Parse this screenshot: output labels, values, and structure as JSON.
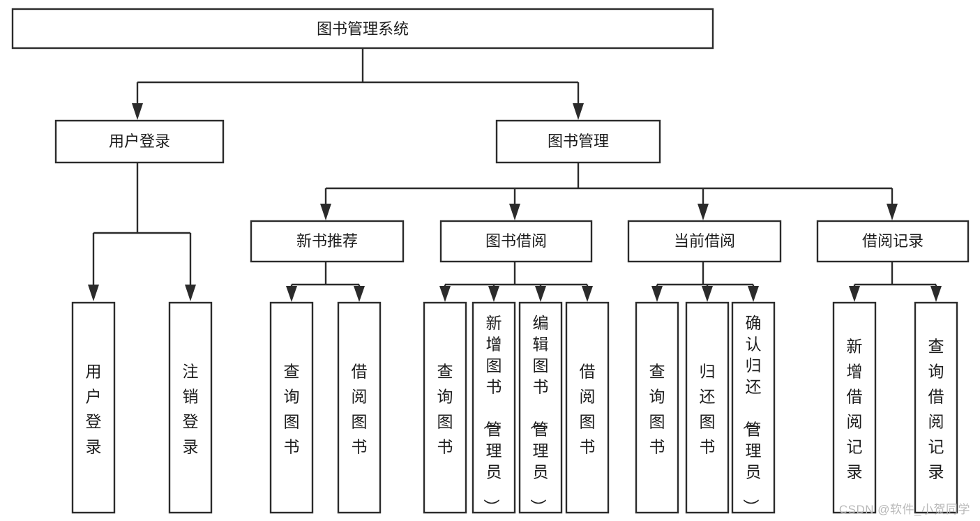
{
  "diagram": {
    "type": "tree-hierarchy",
    "title": "图书管理系统",
    "watermark": "CSDN @软件_小贺同学",
    "colors": {
      "stroke": "#2b2b2b",
      "fill": "#ffffff",
      "text": "#1d1d1d",
      "watermark": "#b9b9b9",
      "background": "#ffffff"
    },
    "levels": {
      "root": {
        "label": "图书管理系统"
      },
      "level2": [
        {
          "id": "user-login",
          "label": "用户登录"
        },
        {
          "id": "book-manage",
          "label": "图书管理"
        }
      ],
      "level3": [
        {
          "id": "new-book-rec",
          "label": "新书推荐",
          "parent": "book-manage"
        },
        {
          "id": "book-borrow",
          "label": "图书借阅",
          "parent": "book-manage"
        },
        {
          "id": "current-borrow",
          "label": "当前借阅",
          "parent": "book-manage"
        },
        {
          "id": "borrow-record",
          "label": "借阅记录",
          "parent": "book-manage"
        }
      ],
      "leaves": [
        {
          "id": "leaf-user-login",
          "label": "用户登录",
          "parent": "user-login"
        },
        {
          "id": "leaf-logout",
          "label": "注销登录",
          "parent": "user-login"
        },
        {
          "id": "leaf-query-book-1",
          "label": "查询图书",
          "parent": "new-book-rec"
        },
        {
          "id": "leaf-borrow-book-1",
          "label": "借阅图书",
          "parent": "new-book-rec"
        },
        {
          "id": "leaf-query-book-2",
          "label": "查询图书",
          "parent": "book-borrow"
        },
        {
          "id": "leaf-add-book",
          "label": "新增图书（管理员）",
          "parent": "book-borrow"
        },
        {
          "id": "leaf-edit-book",
          "label": "编辑图书（管理员）",
          "parent": "book-borrow"
        },
        {
          "id": "leaf-borrow-book-2",
          "label": "借阅图书",
          "parent": "book-borrow"
        },
        {
          "id": "leaf-query-book-3",
          "label": "查询图书",
          "parent": "current-borrow"
        },
        {
          "id": "leaf-return-book",
          "label": "归还图书",
          "parent": "current-borrow"
        },
        {
          "id": "leaf-confirm-return",
          "label": "确认归还（管理员）",
          "parent": "current-borrow"
        },
        {
          "id": "leaf-add-record",
          "label": "新增借阅记录",
          "parent": "borrow-record"
        },
        {
          "id": "leaf-query-record",
          "label": "查询借阅记录",
          "parent": "borrow-record"
        }
      ]
    }
  }
}
